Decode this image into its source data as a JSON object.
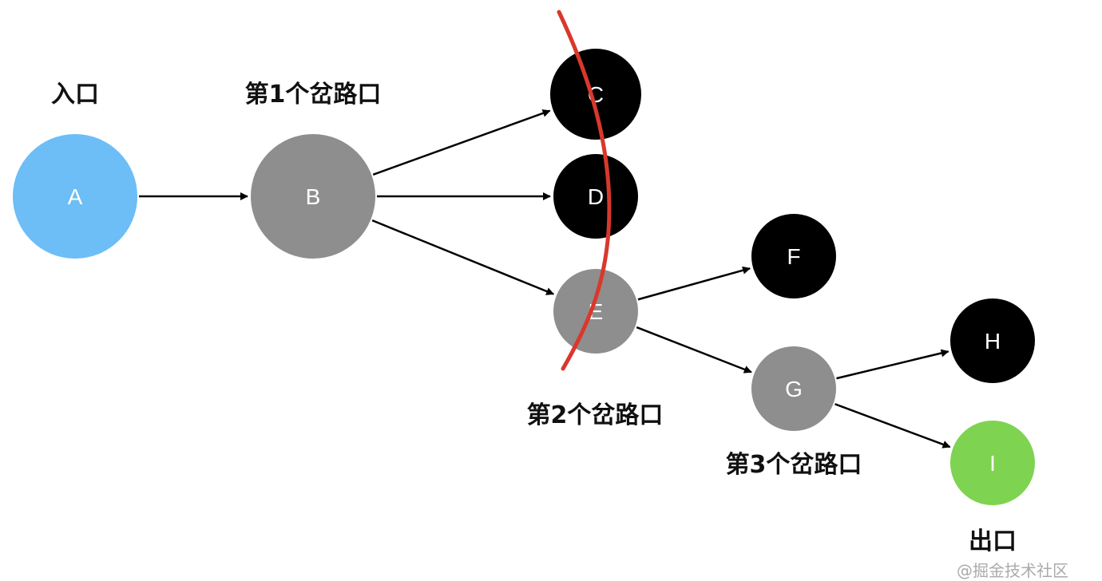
{
  "labels": {
    "entrance": "入口",
    "fork1": "第1个岔路口",
    "fork2": "第2个岔路口",
    "fork3": "第3个岔路口",
    "exit": "出口"
  },
  "nodes": [
    {
      "id": "A",
      "color": "#6dbdf7"
    },
    {
      "id": "B",
      "color": "#8e8e8e"
    },
    {
      "id": "C",
      "color": "#000000"
    },
    {
      "id": "D",
      "color": "#000000"
    },
    {
      "id": "E",
      "color": "#8e8e8e"
    },
    {
      "id": "F",
      "color": "#000000"
    },
    {
      "id": "G",
      "color": "#8e8e8e"
    },
    {
      "id": "H",
      "color": "#000000"
    },
    {
      "id": "I",
      "color": "#7ed350"
    }
  ],
  "edges": [
    [
      "A",
      "B"
    ],
    [
      "B",
      "C"
    ],
    [
      "B",
      "D"
    ],
    [
      "B",
      "E"
    ],
    [
      "E",
      "F"
    ],
    [
      "E",
      "G"
    ],
    [
      "G",
      "H"
    ],
    [
      "G",
      "I"
    ]
  ],
  "cut_line_color": "#d9382c",
  "watermark": "@掘金技术社区"
}
